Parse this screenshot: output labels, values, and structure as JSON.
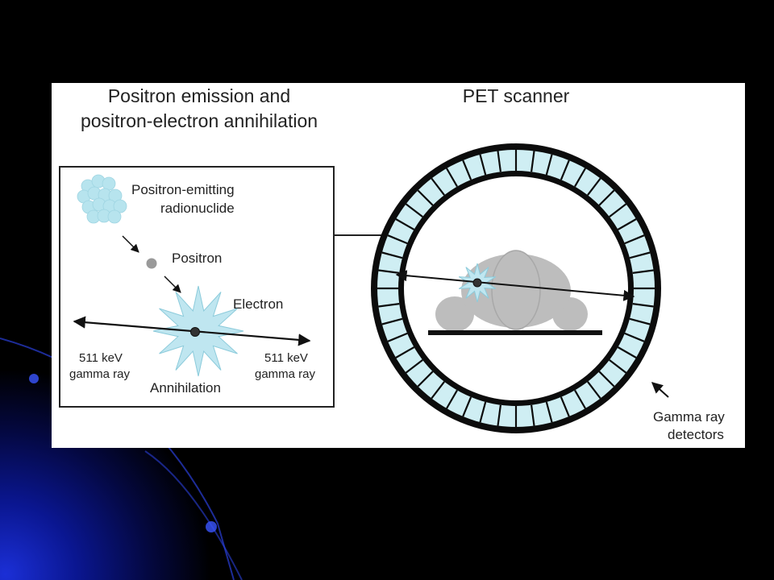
{
  "left_panel": {
    "title_line1": "Positron emission and",
    "title_line2": "positron-electron annihilation",
    "radionuclide_line1": "Positron-emitting",
    "radionuclide_line2": "radionuclide",
    "positron": "Positron",
    "electron": "Electron",
    "gamma_left_line1": "511 keV",
    "gamma_left_line2": "gamma ray",
    "gamma_right_line1": "511 keV",
    "gamma_right_line2": "gamma ray",
    "annihilation": "Annihilation"
  },
  "right_panel": {
    "title": "PET scanner",
    "detectors_line1": "Gamma ray",
    "detectors_line2": "detectors"
  },
  "colors": {
    "detector_fill": "#cfeef3",
    "particle_fill": "#b7e4ee",
    "patient_fill": "#bdbdbd"
  }
}
